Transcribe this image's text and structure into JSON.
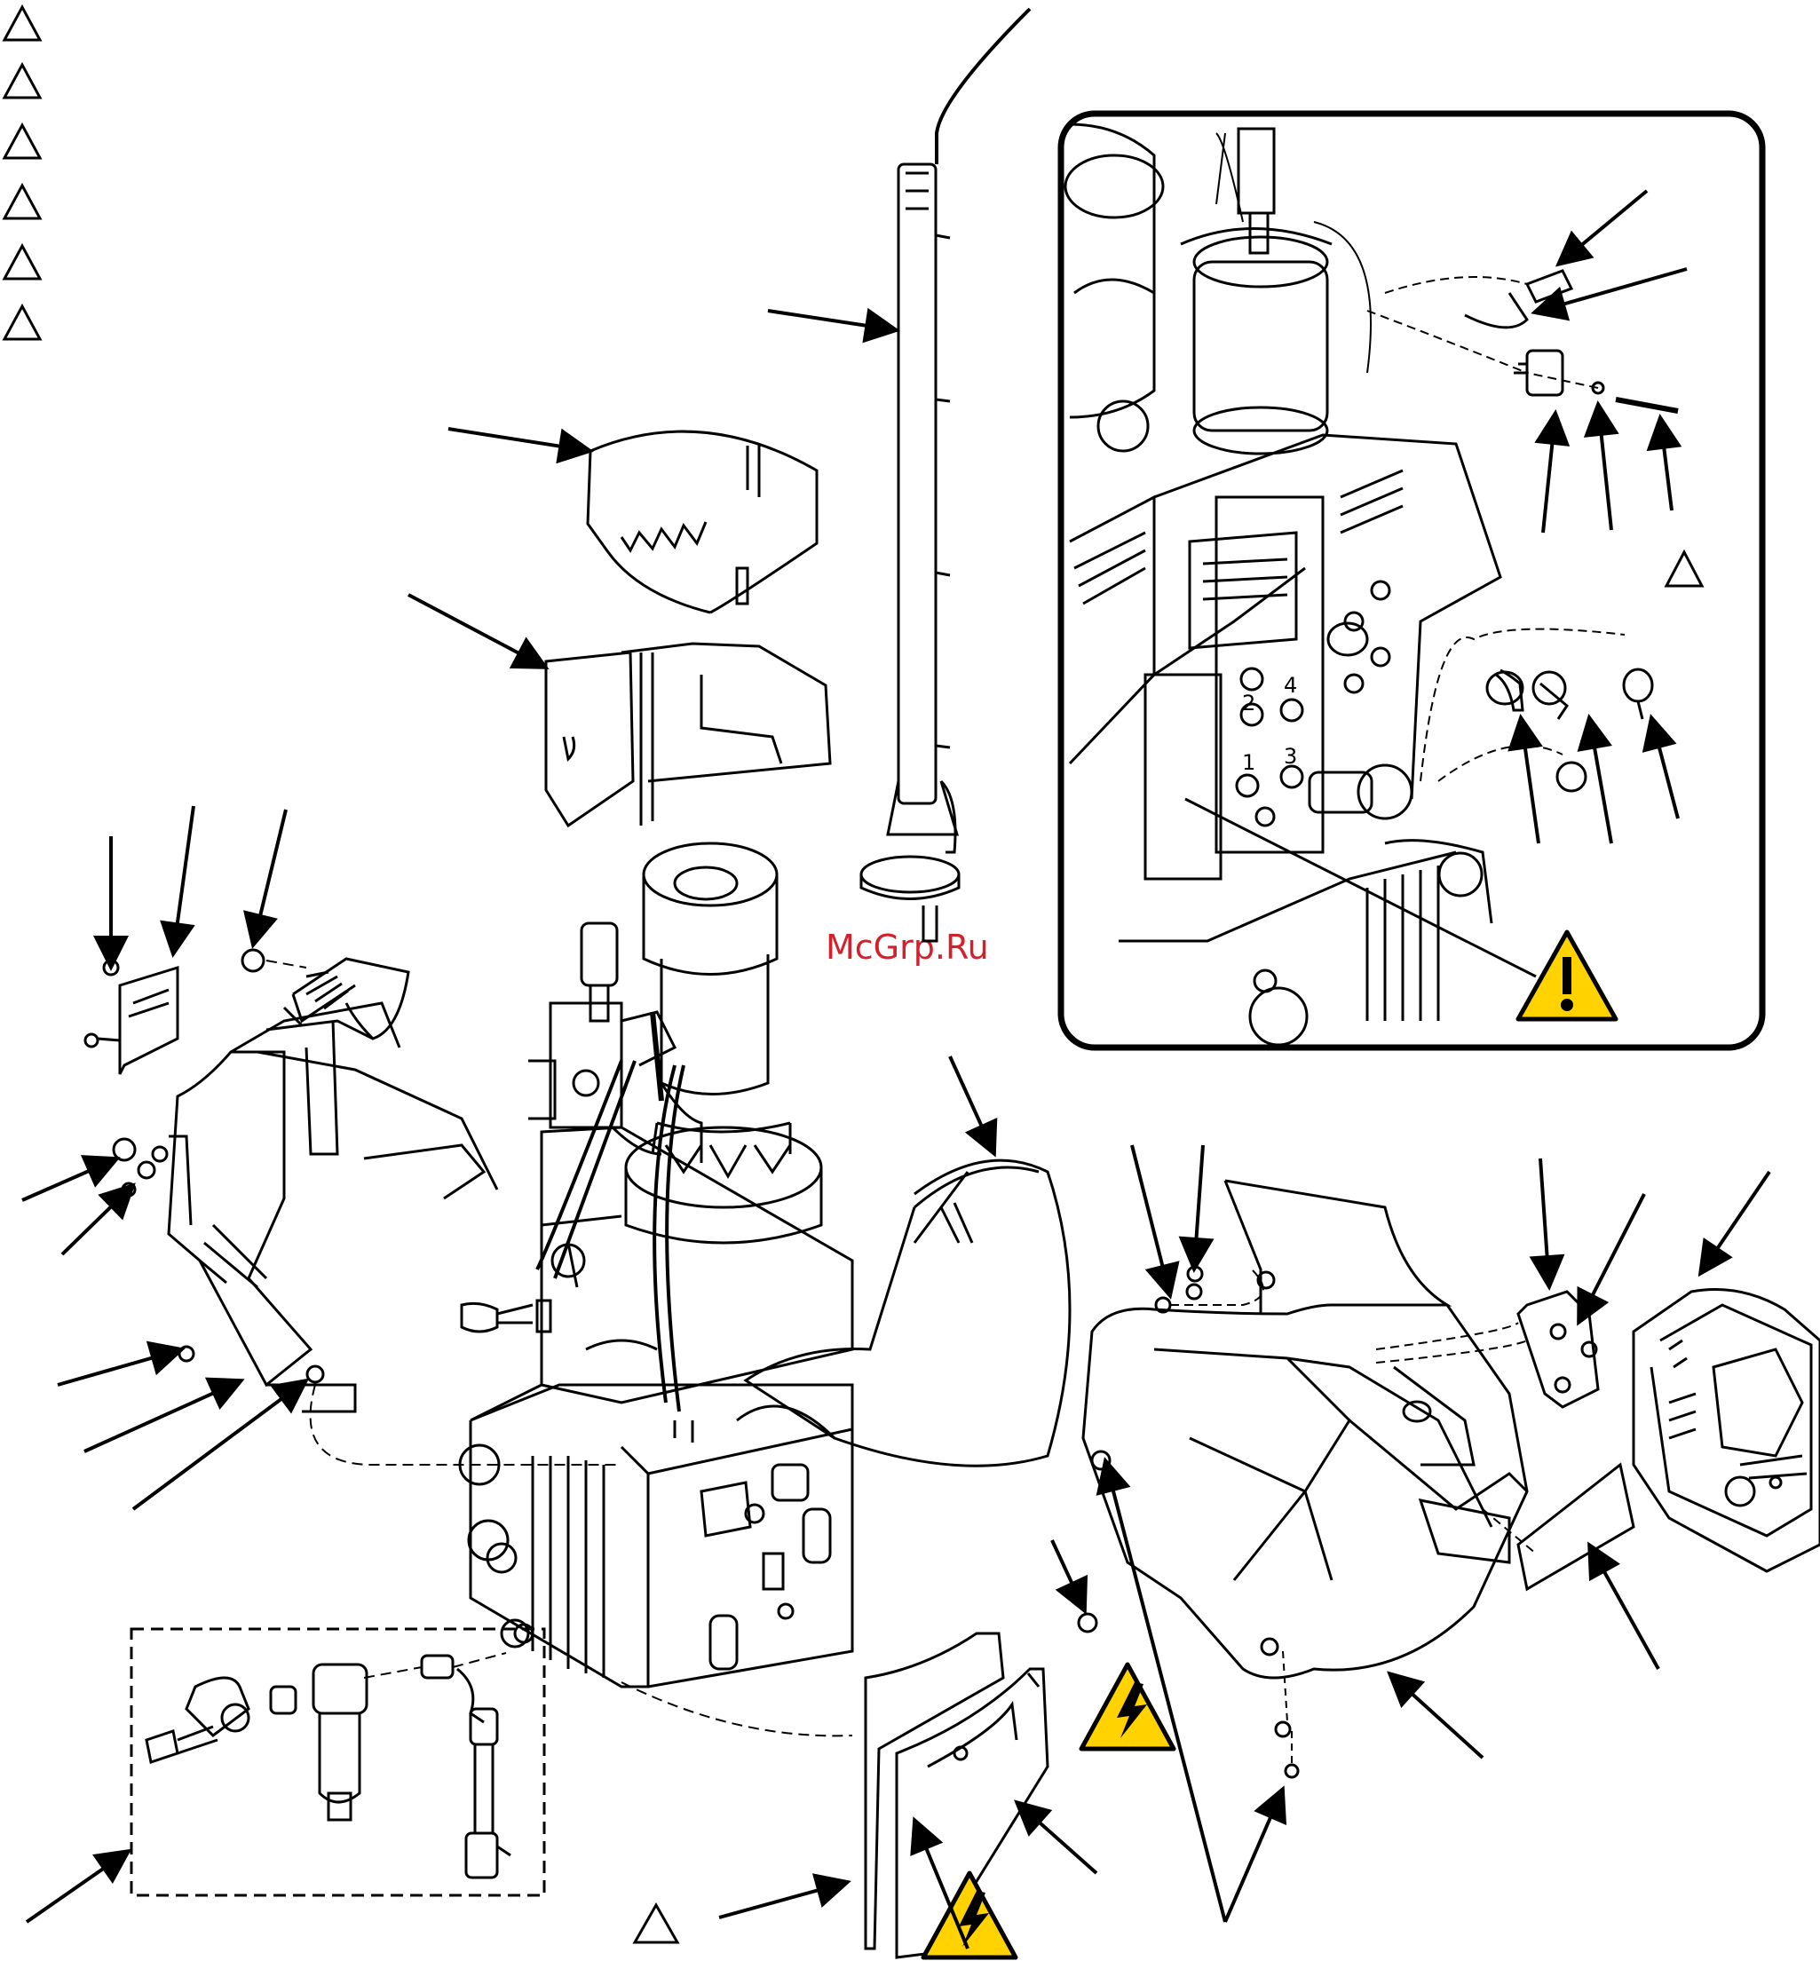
{
  "watermark": "McGrp.Ru",
  "inset_labels": {
    "port_1": "1",
    "port_2": "2",
    "port_3": "3",
    "port_4": "4"
  },
  "colors": {
    "line": "#000000",
    "watermark": "#d4202a",
    "warning_fill": "#ffd200"
  },
  "icons": {
    "note_marker": "triangle-outline-icon",
    "general_warning": "exclamation-warning-icon",
    "electric_hazard": "lightning-warning-icon"
  }
}
